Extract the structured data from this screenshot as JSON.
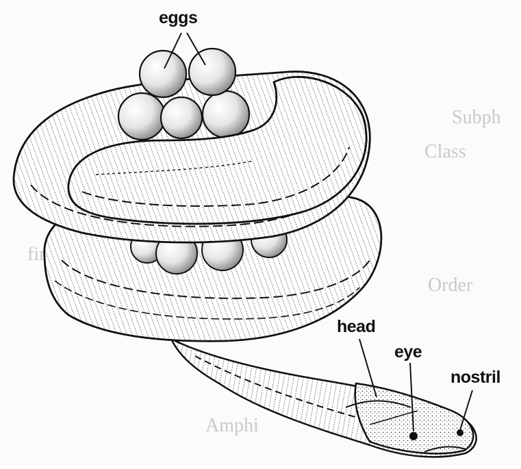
{
  "figure": {
    "labels": {
      "eggs": "eggs",
      "head": "head",
      "eye": "eye",
      "nostril": "nostril"
    },
    "ink_color": "#111111",
    "background_color": "#fbfbfb"
  }
}
